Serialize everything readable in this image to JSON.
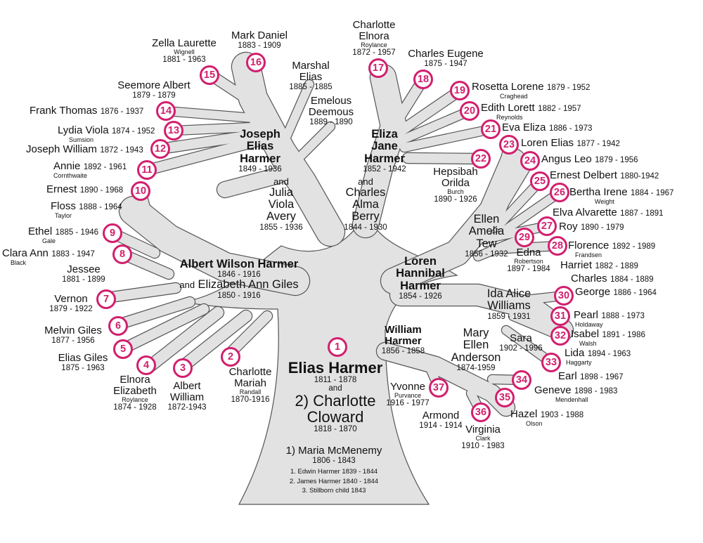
{
  "colors": {
    "tree_fill": "#e2e2e2",
    "tree_stroke": "#555555",
    "badge": "#d21f6e"
  },
  "patriarch": {
    "name": "Elias Harmer",
    "years": "1811 - 1878",
    "and": "and",
    "spouse2": "2) Charlotte",
    "spouse2b": "Cloward",
    "spouse2_years": "1818 - 1870",
    "spouse1": "1) Maria McMenemy",
    "spouse1_years": "1806 - 1843",
    "kids": [
      "1. Edwin Harmer 1839 - 1844",
      "2. James Harmer 1840 - 1844",
      "3. Stillborn child 1843"
    ]
  },
  "couples": {
    "joseph": {
      "n1": "Joseph",
      "n2": "Elias",
      "n3": "Harmer",
      "y": "1849 - 1936",
      "and": "and",
      "s1": "Julia",
      "s2": "Viola",
      "s3": "Avery",
      "sy": "1855 - 1936"
    },
    "eliza": {
      "n1": "Eliza",
      "n2": "Jane",
      "n3": "Harmer",
      "y": "1852 - 1942",
      "and": "and",
      "s1": "Charles",
      "s2": "Alma",
      "s3": "Berry",
      "sy": "1844 - 1930"
    },
    "albert": {
      "n": "Albert Wilson Harmer",
      "y": "1846 - 1916",
      "and": "and",
      "s": "Elizabeth Ann Giles",
      "sy": "1850 - 1916"
    },
    "loren": {
      "n1": "Loren",
      "n2": "Hannibal",
      "n3": "Harmer",
      "y": "1854 - 1926"
    },
    "william": {
      "n1": "William",
      "n2": "Harmer",
      "y": "1856 - 1858"
    },
    "ellen": {
      "n1": "Ellen",
      "n2": "Amelia",
      "n3": "Tew",
      "y": "1856 - 1932"
    },
    "ida": {
      "n1": "Ida Alice",
      "n2": "Williams",
      "y": "1859 - 1931"
    },
    "mary": {
      "n1": "Mary",
      "n2": "Ellen",
      "n3": "Anderson",
      "y": "1874-1959"
    }
  },
  "people": {
    "charlotte_mariah": {
      "n1": "Charlotte",
      "n2": "Mariah",
      "sub": "Randall",
      "y": "1870-1916"
    },
    "albert_william": {
      "n1": "Albert",
      "n2": "William",
      "y": "1872-1943"
    },
    "elnora": {
      "n1": "Elnora",
      "n2": "Elizabeth",
      "sub": "Roylance",
      "y": "1874 - 1928"
    },
    "elias_giles": {
      "n": "Elias Giles",
      "y": "1875 - 1963"
    },
    "melvin": {
      "n": "Melvin Giles",
      "y": "1877 - 1956"
    },
    "vernon": {
      "n": "Vernon",
      "y": "1879 - 1922"
    },
    "jessee": {
      "n": "Jessee",
      "y": "1881 - 1899"
    },
    "clara": {
      "n": "Clara Ann",
      "y": "1883 - 1947",
      "sub": "Black"
    },
    "ethel": {
      "n": "Ethel",
      "y": "1885 - 1946",
      "sub": "Gale"
    },
    "floss": {
      "n": "Floss",
      "y": "1888 - 1964",
      "sub": "Taylor"
    },
    "ernest": {
      "n": "Ernest",
      "y": "1890 - 1968"
    },
    "annie": {
      "n": "Annie",
      "y": "1892 - 1961",
      "sub": "Cornthwaite"
    },
    "joseph_william": {
      "n": "Joseph William",
      "y": "1872 - 1943"
    },
    "lydia": {
      "n": "Lydia Viola",
      "y": "1874 - 1952",
      "sub": "Sumsion"
    },
    "frank": {
      "n": "Frank Thomas",
      "y": "1876 - 1937"
    },
    "seemore": {
      "n": "Seemore Albert",
      "y": "1879 - 1879"
    },
    "zella": {
      "n": "Zella Laurette",
      "sub": "Wignell",
      "y": "1881 - 1963"
    },
    "mark": {
      "n": "Mark Daniel",
      "y": "1883 - 1909"
    },
    "marshal": {
      "n1": "Marshal",
      "n2": "Elias",
      "y": "1885 - 1885"
    },
    "emelous": {
      "n1": "Emelous",
      "n2": "Deemous",
      "y": "1889 - 1890"
    },
    "charlotte_elnora": {
      "n1": "Charlotte",
      "n2": "Elnora",
      "sub": "Roylance",
      "y": "1872 - 1957"
    },
    "charles_eugene": {
      "n": "Charles Eugene",
      "y": "1875 - 1947"
    },
    "rosetta": {
      "n": "Rosetta Lorene",
      "y": "1879 - 1952",
      "sub": "Craghead"
    },
    "edith": {
      "n": "Edith Lorett",
      "y": "1882 - 1957",
      "sub": "Reynolds"
    },
    "eva": {
      "n": "Eva Eliza",
      "y": "1886 - 1973"
    },
    "hepsibah": {
      "n1": "Hepsibah",
      "n2": "Orilda",
      "sub": "Burch",
      "y": "1890 - 1926"
    },
    "loren_elias": {
      "n": "Loren Elias",
      "y": "1877 - 1942"
    },
    "angus": {
      "n": "Angus Leo",
      "y": "1879 - 1956"
    },
    "ernest_delbert": {
      "n": "Ernest Delbert",
      "y": "1880-1942"
    },
    "bertha": {
      "n": "Bertha Irene",
      "y": "1884 - 1967",
      "sub": "Weight"
    },
    "elva": {
      "n": "Elva Alvarette",
      "y": "1887 - 1891"
    },
    "roy": {
      "n": "Roy",
      "y": "1890 - 1979"
    },
    "florence": {
      "n": "Florence",
      "y": "1892 - 1989",
      "sub": "Frandsen"
    },
    "edna": {
      "n": "Edna",
      "sub": "Robertson",
      "y": "1897 - 1984"
    },
    "harriet": {
      "n": "Harriet",
      "y": "1882 - 1889"
    },
    "charles": {
      "n": "Charles",
      "y": "1884 - 1889"
    },
    "george": {
      "n": "George",
      "y": "1886 - 1964"
    },
    "pearl": {
      "n": "Pearl",
      "y": "1888 - 1973",
      "sub": "Holdaway"
    },
    "isabel": {
      "n": "Isabel",
      "y": "1891 - 1986",
      "sub": "Walsh"
    },
    "sara": {
      "n": "Sara",
      "y": "1902 - 1996"
    },
    "lida": {
      "n": "Lida",
      "y": "1894 - 1963",
      "sub": "Haggarty"
    },
    "earl": {
      "n": "Earl",
      "y": "1898 - 1967"
    },
    "geneve": {
      "n": "Geneve",
      "y": "1898 - 1983",
      "sub": "Mendenhall"
    },
    "hazel": {
      "n": "Hazel",
      "y": "1903 - 1988",
      "sub": "Olson"
    },
    "virginia": {
      "n": "Virginia",
      "sub": "Clark",
      "y": "1910 - 1983"
    },
    "armond": {
      "n": "Armond",
      "y": "1914 - 1914"
    },
    "yvonne": {
      "n": "Yvonne",
      "sub": "Purvance",
      "y": "1916 - 1977"
    }
  },
  "badges": [
    "1",
    "2",
    "3",
    "4",
    "5",
    "6",
    "7",
    "8",
    "9",
    "10",
    "11",
    "12",
    "13",
    "14",
    "15",
    "16",
    "17",
    "18",
    "19",
    "20",
    "21",
    "22",
    "23",
    "24",
    "25",
    "26",
    "27",
    "28",
    "29",
    "30",
    "31",
    "32",
    "33",
    "34",
    "35",
    "36",
    "37"
  ]
}
